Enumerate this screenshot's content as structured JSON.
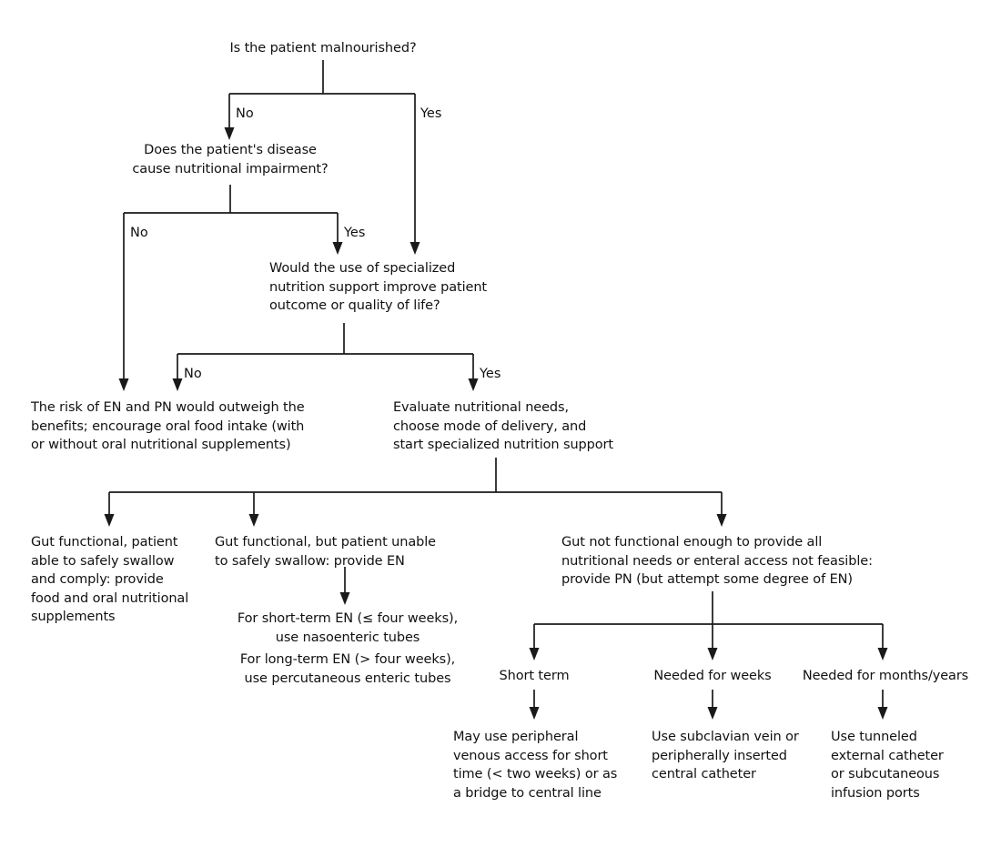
{
  "diagram": {
    "title_node": "Is the patient malnourished?",
    "nodes": [
      {
        "id": "q1",
        "text": "Is the patient malnourished?"
      },
      {
        "id": "q2",
        "text": "Does the patient's disease\ncause nutritional impairment?"
      },
      {
        "id": "q3",
        "text": "Would the use of specialized\nnutrition support improve patient\noutcome or quality of life?"
      },
      {
        "id": "outcome-no-support",
        "text": "The risk of EN and PN would outweigh the\nbenefits; encourage oral food intake (with\nor without oral nutritional supplements)"
      },
      {
        "id": "outcome-evaluate",
        "text": "Evaluate nutritional needs,\nchoose mode of delivery, and\nstart specialized nutrition support"
      },
      {
        "id": "branch-oral",
        "text": "Gut functional, patient\nable to safely swallow\nand comply: provide\nfood and oral nutritional\nsupplements"
      },
      {
        "id": "branch-en",
        "text": "Gut functional, but patient unable\nto safely swallow: provide EN"
      },
      {
        "id": "en-short-term",
        "text": "For short-term EN (≤ four weeks),\nuse nasoenteric tubes"
      },
      {
        "id": "en-long-term",
        "text": "For long-term EN (> four weeks),\nuse percutaneous enteric tubes"
      },
      {
        "id": "branch-pn",
        "text": "Gut not functional enough to provide all\nnutritional needs or enteral access not feasible:\nprovide PN (but attempt some degree of EN)"
      },
      {
        "id": "pn-short-term-label",
        "text": "Short term"
      },
      {
        "id": "pn-weeks-label",
        "text": "Needed for weeks"
      },
      {
        "id": "pn-months-label",
        "text": "Needed for months/years"
      },
      {
        "id": "pn-peripheral",
        "text": "May use peripheral\nvenous access for short\ntime (< two weeks) or as\na bridge to central line"
      },
      {
        "id": "pn-subclavian",
        "text": "Use subclavian vein or\nperipherally inserted\ncentral catheter"
      },
      {
        "id": "pn-tunneled",
        "text": "Use tunneled\nexternal catheter\nor subcutaneous\ninfusion ports"
      }
    ],
    "edge_labels": [
      {
        "id": "q1-no",
        "text": "No"
      },
      {
        "id": "q1-yes",
        "text": "Yes"
      },
      {
        "id": "q2-no",
        "text": "No"
      },
      {
        "id": "q2-yes",
        "text": "Yes"
      },
      {
        "id": "q3-no",
        "text": "No"
      },
      {
        "id": "q3-yes",
        "text": "Yes"
      }
    ],
    "colors": {
      "line": "#1a1a1a",
      "text": "#111111",
      "background": "#ffffff"
    }
  }
}
